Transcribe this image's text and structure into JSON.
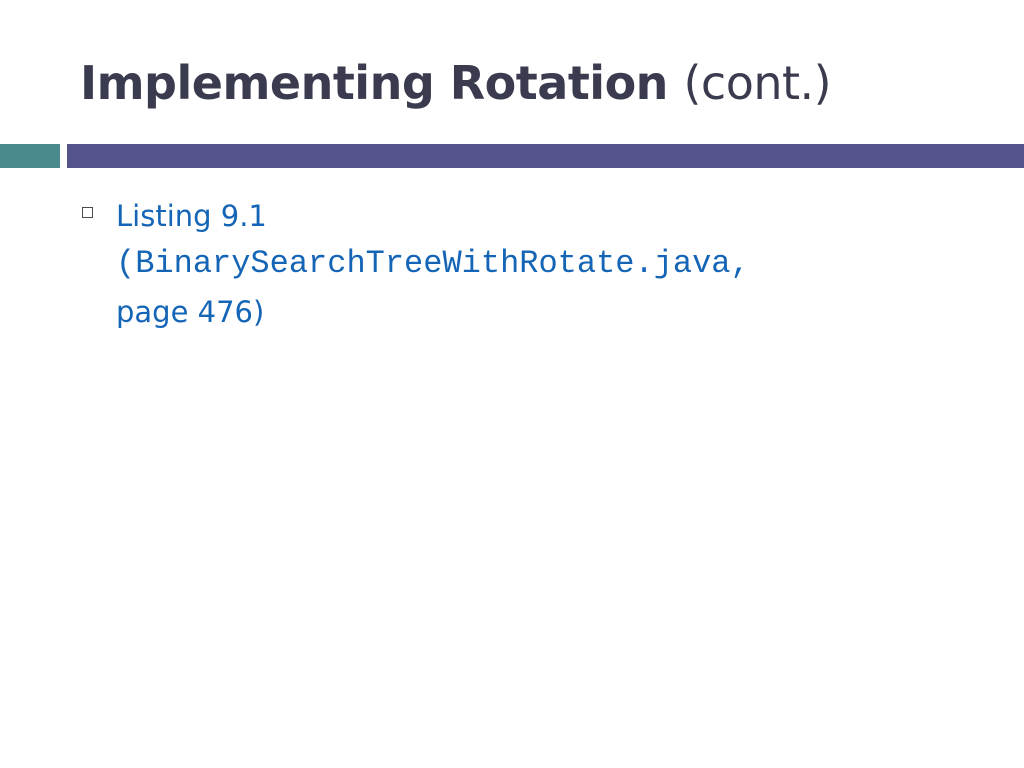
{
  "slide": {
    "title_bold": "Implementing Rotation",
    "title_regular": "(cont.)",
    "accent_colors": {
      "teal": "#4a8a8c",
      "purple": "#54548a",
      "text_blue": "#1565b6",
      "title": "#3b3b50"
    },
    "bullets": [
      {
        "icon": "square-bullet-icon",
        "line1": "Listing 9.1",
        "code": "(BinarySearchTreeWithRotate.java,",
        "line3": "page 476)"
      }
    ]
  }
}
